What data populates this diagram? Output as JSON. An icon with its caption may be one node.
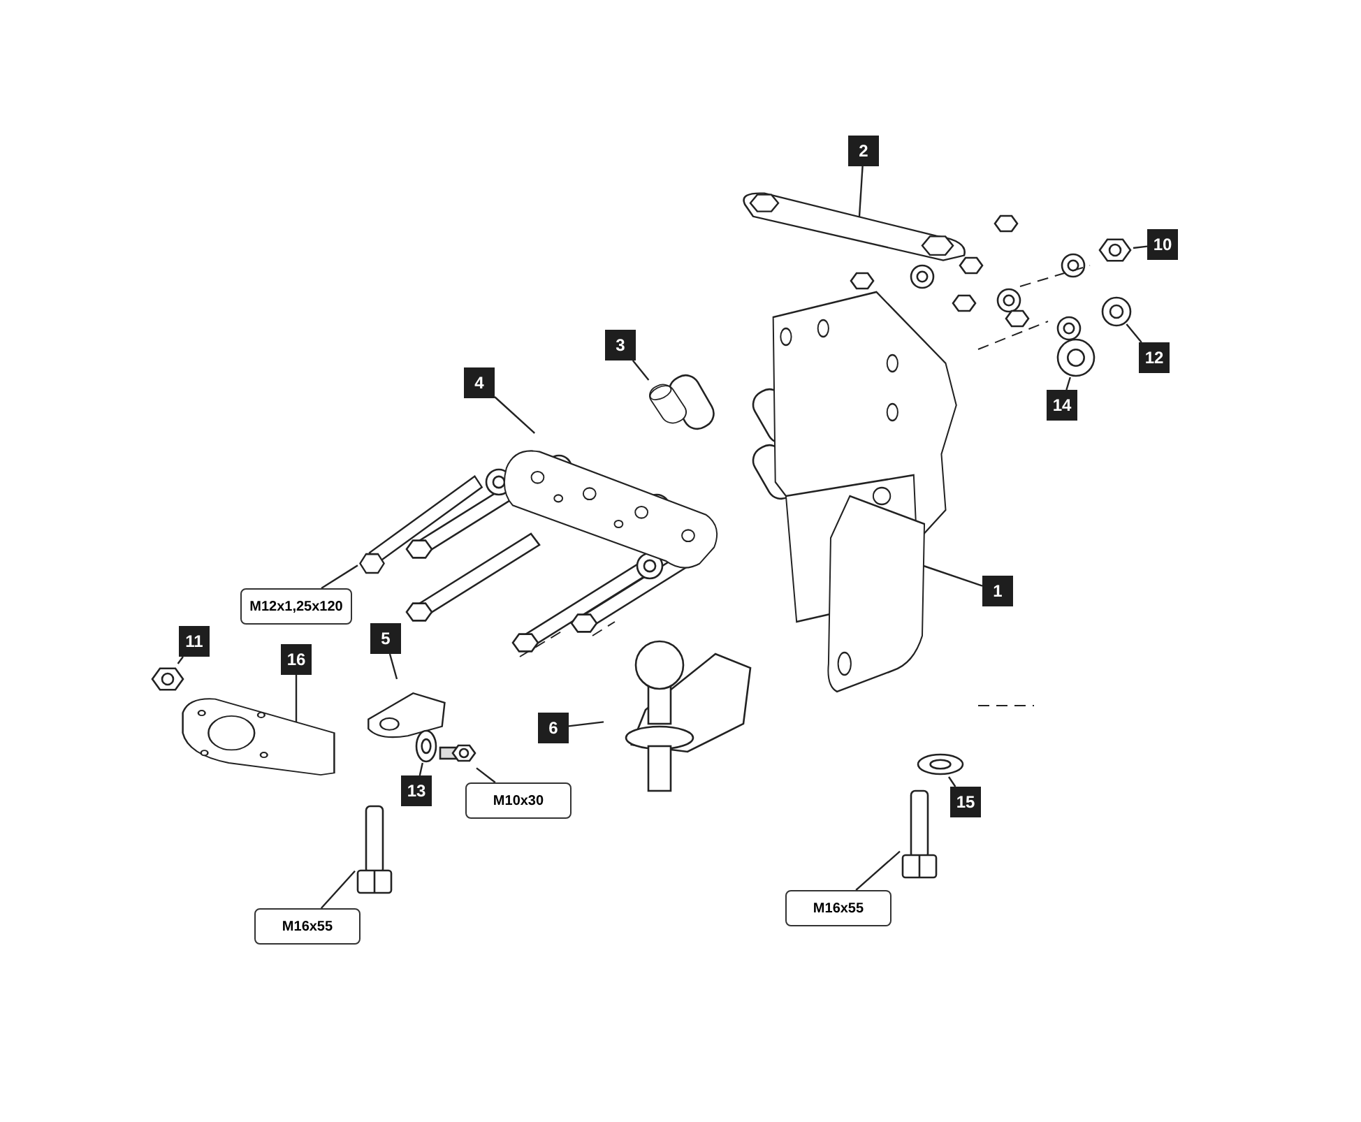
{
  "diagram": {
    "nodes": [
      {
        "text": [
          "2"
        ]
      },
      {
        "text": [
          "10"
        ]
      },
      {
        "text": [
          "3"
        ]
      },
      {
        "text": [
          "12"
        ]
      },
      {
        "text": [
          "4"
        ]
      },
      {
        "text": [
          "14"
        ]
      },
      {
        "text": [
          "1"
        ]
      },
      {
        "text": [
          "M12x1,25x120"
        ]
      },
      {
        "text": [
          "11"
        ]
      },
      {
        "text": [
          "5"
        ]
      },
      {
        "text": [
          "16"
        ]
      },
      {
        "text": [
          "6"
        ]
      },
      {
        "text": [
          "13"
        ]
      },
      {
        "text": [
          "M10x30"
        ]
      },
      {
        "text": [
          "15"
        ]
      },
      {
        "text": [
          "M16x55"
        ]
      },
      {
        "text": [
          "M16x55"
        ]
      },
      {
        "text": [],
        "shape": "picture"
      },
      {
        "text": [],
        "shape": "picture"
      },
      {
        "text": [],
        "shape": "picture"
      },
      {
        "text": [],
        "shape": "picture"
      },
      {
        "text": [],
        "shape": "picture"
      },
      {
        "text": [],
        "shape": "picture"
      },
      {
        "text": [],
        "shape": "picture"
      },
      {
        "text": [],
        "shape": "picture"
      },
      {
        "text": [],
        "shape": "picture"
      },
      {
        "text": [],
        "shape": "picture"
      },
      {
        "text": [],
        "shape": "picture"
      },
      {
        "text": [],
        "shape": "picture"
      },
      {
        "text": [],
        "shape": "picture"
      },
      {
        "text": [],
        "shape": "picture"
      },
      {
        "text": [],
        "shape": "picture"
      },
      {
        "text": [],
        "shape": "picture"
      },
      {
        "text": [],
        "shape": "picture"
      }
    ],
    "edges": [
      {
        "from": 0,
        "to": 17,
        "arrow": "none"
      },
      {
        "from": 1,
        "to": 18,
        "arrow": "none"
      },
      {
        "from": 2,
        "to": 19,
        "arrow": "none"
      },
      {
        "from": 3,
        "to": 20,
        "arrow": "none"
      },
      {
        "from": 4,
        "to": 21,
        "arrow": "none"
      },
      {
        "from": 5,
        "to": 22,
        "arrow": "none"
      },
      {
        "from": 6,
        "to": 23,
        "arrow": "none"
      },
      {
        "from": 7,
        "to": 24,
        "arrow": "none"
      },
      {
        "from": 8,
        "to": 25,
        "arrow": "none"
      },
      {
        "from": 9,
        "to": 26,
        "arrow": "none"
      },
      {
        "from": 10,
        "to": 27,
        "arrow": "none"
      },
      {
        "from": 11,
        "to": 28,
        "arrow": "none"
      },
      {
        "from": 12,
        "to": 29,
        "arrow": "none"
      },
      {
        "from": 13,
        "to": 30,
        "arrow": "none"
      },
      {
        "from": 14,
        "to": 31,
        "arrow": "none"
      },
      {
        "from": 15,
        "to": 32,
        "arrow": "none"
      },
      {
        "from": 16,
        "to": 33,
        "arrow": "none"
      }
    ]
  }
}
